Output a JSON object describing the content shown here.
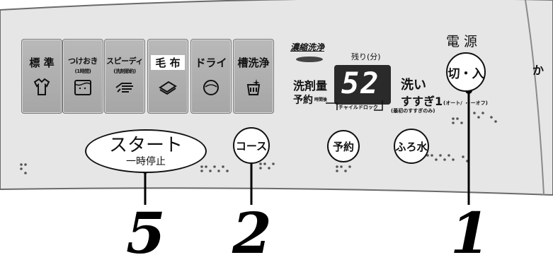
{
  "courses": [
    {
      "label": "標 準",
      "sub": "",
      "icon": "shirt-icon",
      "style": "big"
    },
    {
      "label": "つけおき",
      "sub": "(1時間)",
      "icon": "soak-tub-icon",
      "style": "small"
    },
    {
      "label": "スピーディ",
      "sub": "(洗剤節約)",
      "icon": "speedy-hand-icon",
      "style": "small"
    },
    {
      "label": "毛 布",
      "sub": "",
      "icon": "blanket-icon",
      "style": "big-white"
    },
    {
      "label": "ドライ",
      "sub": "",
      "icon": "dry-icon",
      "style": "big"
    },
    {
      "label": "槽洗浄",
      "sub": "",
      "icon": "tub-clean-icon",
      "style": "big"
    }
  ],
  "concentrated_wash_label": "濃縮洗浄",
  "remaining_label": "残り(分)",
  "display_value": "52",
  "detergent_label": "洗剤量",
  "reserve_label": "予約",
  "reserve_small": "時間後",
  "child_lock_label": "チャイルドロック",
  "wash_label": "洗い",
  "rinse_label": "すすぎ1",
  "rinse_sub": "(最初のすすぎのみ)",
  "power_title": "電 源",
  "power_button_label": "切・入",
  "power_sub": "(オート/ ・ ーオフ)",
  "start_button": {
    "main": "スタート",
    "sub": "一時停止"
  },
  "course_button_label": "コース",
  "reserve_button_label": "予約",
  "bath_button_label": "ふろ水",
  "edge_text": "か",
  "callouts": [
    "5",
    "2",
    "1"
  ],
  "colors": {
    "panel": "#e6e6e6",
    "tile": "#b0b0b0",
    "display": "#2a2a2a",
    "segment": "#ffffff"
  }
}
